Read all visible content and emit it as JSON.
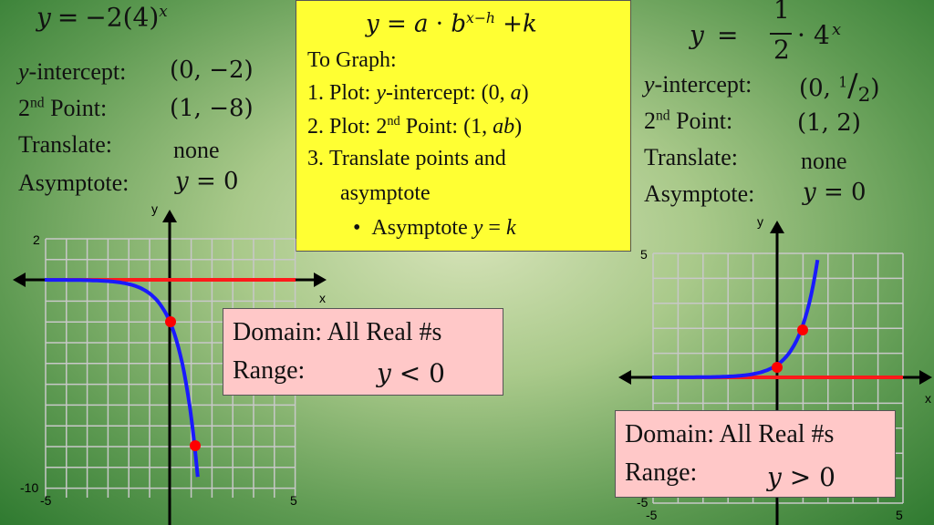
{
  "left": {
    "equation": {
      "y": "y",
      "eq": "=",
      "coef": "−2",
      "base": "(4)",
      "exp": "x"
    },
    "y_intercept_label_var": "y",
    "y_intercept_label_rest": "-intercept:",
    "y_intercept_value": "(0, −2)",
    "second_point_label_pre": "2",
    "second_point_label_sup": "nd",
    "second_point_label_post": " Point:",
    "second_point_value": "(1, −8)",
    "translate_label": "Translate:",
    "translate_value": "none",
    "asymptote_label": "Asymptote:",
    "asymptote_value_var": "y",
    "asymptote_value_rest": " = 0",
    "graph": {
      "y_axis_label": "y",
      "x_axis_label": "x",
      "y_top_tick": "2",
      "y_bottom_tick": "-10",
      "x_left_tick": "-5",
      "x_right_tick": "5"
    },
    "domain_label": "Domain: All Real #s",
    "range_label": "Range:",
    "range_value_var": "y",
    "range_value_rest": " < 0"
  },
  "center": {
    "formula": {
      "y": "y",
      "eq": " = ",
      "a": "a",
      "dot": " · ",
      "b": "b",
      "exp": "x−h",
      "plus": " +",
      "k": "k"
    },
    "heading": "To Graph:",
    "step1_num": "1.",
    "step1_pre": " Plot: ",
    "step1_var": "y",
    "step1_post": "-intercept: (0, ",
    "step1_a": "a",
    "step1_close": ")",
    "step2_num": "2.",
    "step2_pre": "Plot: 2",
    "step2_sup": "nd",
    "step2_post": " Point:  (1, ",
    "step2_ab": "ab",
    "step2_close": ")",
    "step3_num": "3.",
    "step3_line1": "Translate points and",
    "step3_line2": "asymptote",
    "bullet": "•",
    "bullet_text": "Asymptote  ",
    "bullet_y": "y",
    "bullet_eq": " = ",
    "bullet_k": "k"
  },
  "right": {
    "equation": {
      "y": "y",
      "eq": "=",
      "num": "1",
      "den": "2",
      "dot": "·",
      "base": "4",
      "exp": "x"
    },
    "y_intercept_label_var": "y",
    "y_intercept_label_rest": "-intercept:",
    "y_intercept_value_pre": "(0, ",
    "y_intercept_num": "1",
    "y_intercept_slash": "/",
    "y_intercept_den": "2",
    "y_intercept_close": ")",
    "second_point_label_pre": "2",
    "second_point_label_sup": "nd",
    "second_point_label_post": " Point:",
    "second_point_value": "(1, 2)",
    "translate_label": "Translate:",
    "translate_value": "none",
    "asymptote_label": "Asymptote:",
    "asymptote_value_var": "y",
    "asymptote_value_rest": " = 0",
    "graph": {
      "y_axis_label": "y",
      "x_axis_label": "x",
      "y_top_tick": "5",
      "y_bottom_tick": "-5",
      "x_left_tick": "-5",
      "x_right_tick": "5"
    },
    "domain_label": "Domain: All Real #s",
    "range_label": "Range:",
    "range_value_var": "y",
    "range_value_rest": " > 0"
  },
  "colors": {
    "curve": "#1a1aff",
    "asymptote": "#ff1a1a",
    "point": "#ff0000",
    "grid": "#c8c8c8",
    "yellow_box": "#ffff33",
    "pink_box": "#ffc8c8"
  }
}
